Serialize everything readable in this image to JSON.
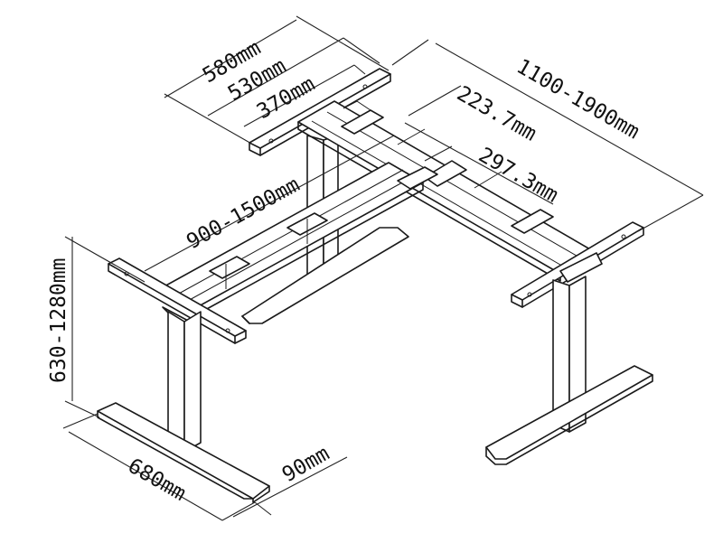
{
  "dimensions": {
    "foot_width": "580mm",
    "top_frame_width": "530mm",
    "inner_width": "370mm",
    "right_length": "1100-1900mm",
    "beam_offset_1": "223.7mm",
    "beam_offset_2": "297.3mm",
    "left_length": "900-1500mm",
    "height_range": "630-1280mm",
    "foot_length": "680mm",
    "foot_thickness": "90mm"
  },
  "colors": {
    "line": "#1a1a1a",
    "background": "#ffffff"
  }
}
